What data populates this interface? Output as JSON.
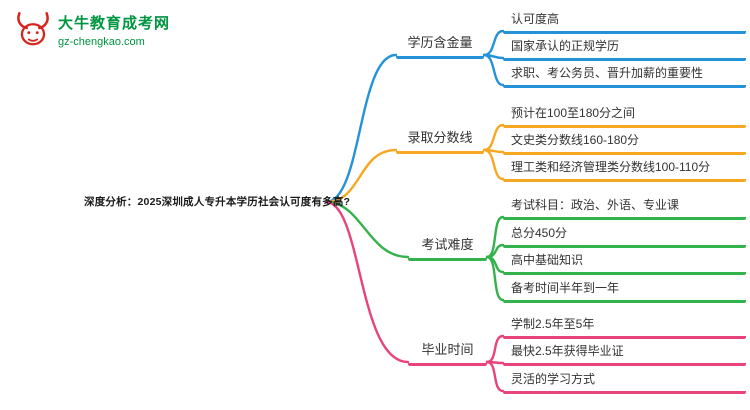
{
  "logo": {
    "site_name": "大牛教育成考网",
    "site_url": "gz-chengkao.com"
  },
  "brand": {
    "red": "#d9251c",
    "green": "#009540"
  },
  "central": {
    "text": "深度分析：2025深圳成人专升本学历社会认可度有多高?"
  },
  "branches": [
    {
      "label": "学历含金量",
      "color": "#2492d9",
      "children": [
        "认可度高",
        "国家承认的正规学历",
        "求职、考公务员、晋升加薪的重要性"
      ]
    },
    {
      "label": "录取分数线",
      "color": "#f7a823",
      "children": [
        "预计在100至180分之间",
        "文史类分数线160-180分",
        "理工类和经济管理类分数线100-110分"
      ]
    },
    {
      "label": "考试难度",
      "color": "#34b24c",
      "children": [
        "考试科目：政治、外语、专业课",
        "总分450分",
        "高中基础知识",
        "备考时间半年到一年"
      ]
    },
    {
      "label": "毕业时间",
      "color": "#e8447c",
      "children": [
        "学制2.5年至5年",
        "最快2.5年获得毕业证",
        "灵活的学习方式"
      ]
    }
  ]
}
